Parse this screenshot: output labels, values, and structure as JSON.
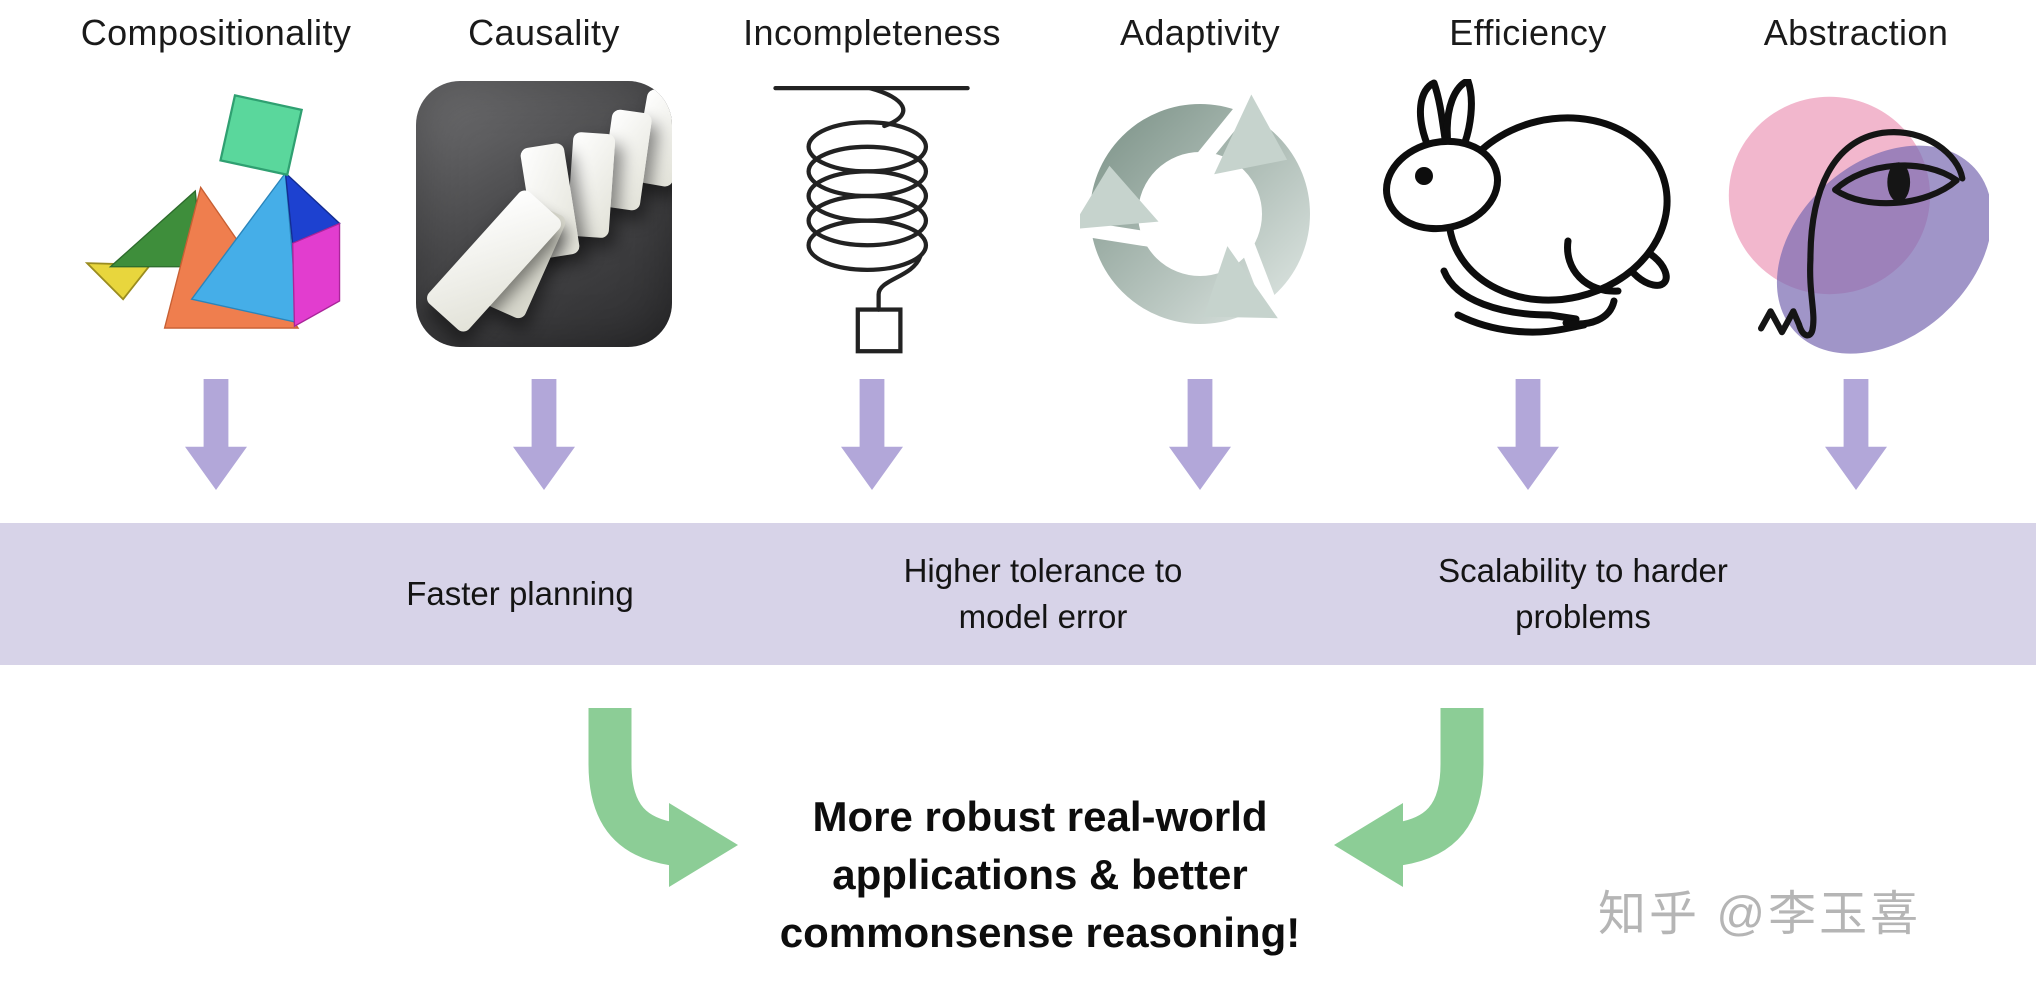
{
  "columns": [
    {
      "label": "Compositionality",
      "icon": "tangram-animal-icon"
    },
    {
      "label": "Causality",
      "icon": "falling-dominoes-photo"
    },
    {
      "label": "Incompleteness",
      "icon": "hanging-spring-icon"
    },
    {
      "label": "Adaptivity",
      "icon": "recycle-cycle-arrows-icon"
    },
    {
      "label": "Efficiency",
      "icon": "running-rabbit-icon"
    },
    {
      "label": "Abstraction",
      "icon": "abstract-face-blobs-icon"
    }
  ],
  "benefits": [
    {
      "lines": [
        "Faster planning"
      ]
    },
    {
      "lines": [
        "Higher tolerance to",
        "model error"
      ]
    },
    {
      "lines": [
        "Scalability to harder",
        "problems"
      ]
    }
  ],
  "conclusion": {
    "lines": [
      "More robust real-world",
      "applications & better",
      "commonsense reasoning!"
    ]
  },
  "watermark": {
    "text": "知乎 @李玉喜"
  },
  "colors": {
    "down_arrow_purple": "#b2a7d9",
    "band_lavender": "#d7d3e8",
    "curved_arrow_green": "#8ccd96",
    "text_primary": "#141414",
    "watermark_gray": "#b5b5b5",
    "tangram": [
      "#5ad79c",
      "#45aee8",
      "#1d41d0",
      "#e23dcf",
      "#ef7e4e",
      "#3e8e3b",
      "#e8d63d"
    ],
    "recycle_teal": "#84998f",
    "abstraction_pink": "#f2b7cd",
    "abstraction_purple": "#7b6cb3"
  }
}
